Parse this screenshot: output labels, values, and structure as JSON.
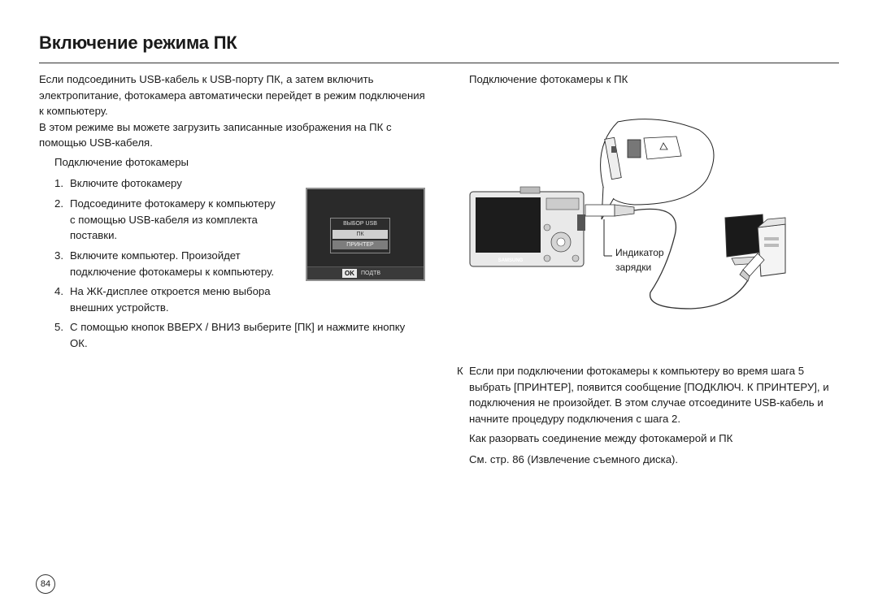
{
  "title": "Включение режима ПК",
  "intro": {
    "p1": "Если подсоединить USB-кабель к USB-порту ПК, а затем включить электропитание, фотокамера автоматически перейдет в режим подключения к компьютеру.",
    "p2": "В этом режиме вы можете загрузить записанные изображения на ПК с помощью USB-кабеля."
  },
  "subheading": "Подключение фотокамеры",
  "steps": [
    {
      "num": "1.",
      "line1": "Включите фотокамеру",
      "line2": ""
    },
    {
      "num": "2.",
      "line1": "Подсоедините фотокамеру к компьютеру",
      "line2": "с помощью USB-кабеля из комплекта",
      "line3": "поставки."
    },
    {
      "num": "3.",
      "line1": "Включите компьютер. Произойдет",
      "line2": "подключение фотокамеры к компьютеру."
    },
    {
      "num": "4.",
      "line1": "На ЖК-дисплее откроется меню выбора",
      "line2": "внешних устройств."
    },
    {
      "num": "5.",
      "text": "С помощью кнопок  ВВЕРХ  /  ВНИЗ  выберите [ПК] и нажмите кнопку ОК."
    }
  ],
  "lcd": {
    "header": "ВЫБОР USB",
    "selected": "ПК",
    "option": "ПРИНТЕР",
    "ok_key": "OK",
    "ok_label": "ПОДТВ"
  },
  "right": {
    "heading": "Подключение фотокамеры к ПК",
    "camera_brand": "SAMSUNG",
    "indicator_line1": "Индикатор",
    "indicator_line2": "зарядки",
    "note_mark": "К",
    "note": "Если при подключении фотокамеры к компьютеру во время шага 5 выбрать [ПРИНТЕР], появится сообщение [ПОДКЛЮЧ. К ПРИНТЕРУ], и подключения не произойдет. В этом случае отсоедините USB-кабель и начните процедуру подключения с шага 2.",
    "disconnect_heading": "Как разорвать соединение между фотокамерой и ПК",
    "see_page": "См. стр. 86 (Извлечение съемного диска)."
  },
  "page_number": "84"
}
